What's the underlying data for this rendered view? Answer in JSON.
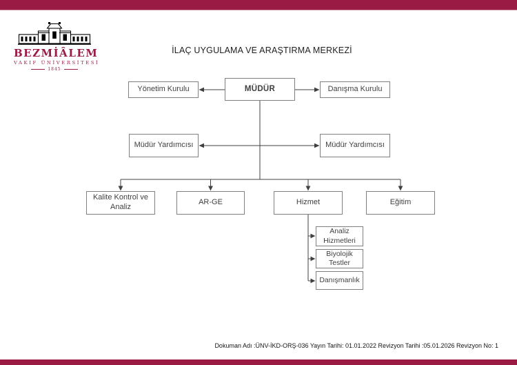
{
  "theme": {
    "accent_color": "#9A1B44",
    "box_border_color": "#7F7F7F",
    "connector_color": "#404040",
    "box_text_color": "#3F3F3F"
  },
  "logo": {
    "name": "BEZMİÂLEM",
    "subtitle": "VAKIF ÜNİVERSİTESİ",
    "year": "1845"
  },
  "title": "İLAÇ UYGULAMA VE ARAŞTIRMA MERKEZİ",
  "org_chart": {
    "director": "MÜDÜR",
    "management_board": "Yönetim Kurulu",
    "advisory_board": "Danışma Kurulu",
    "deputy_director_left": "Müdür Yardımcısı",
    "deputy_director_right": "Müdür Yardımcısı",
    "departments": [
      "Kalite Kontrol ve Analiz",
      "AR-GE",
      "Hizmet",
      "Eğitim"
    ],
    "service_units": [
      "Analiz Hizmetleri",
      "Biyolojik Testler",
      "Danışmanlık"
    ]
  },
  "footer": {
    "document_info": "Dokuman Adı :ÜNV-İKD-ORŞ-036 Yayın Tarihi: 01.01.2022 Revizyon Tarihi :05.01.2026 Revizyon No: 1"
  }
}
